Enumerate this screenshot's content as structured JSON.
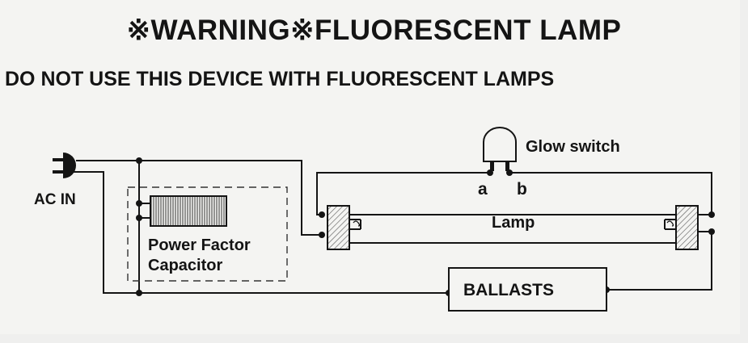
{
  "header": {
    "title": "※WARNING※FLUORESCENT LAMP",
    "subtitle": "DO NOT USE THIS DEVICE WITH FLUORESCENT LAMPS"
  },
  "diagram": {
    "labels": {
      "ac_in": "AC IN",
      "glow_switch": "Glow switch",
      "terminal_a": "a",
      "terminal_b": "b",
      "lamp": "Lamp",
      "capacitor_line1": "Power Factor",
      "capacitor_line2": "Capacitor",
      "ballasts": "BALLASTS"
    }
  }
}
